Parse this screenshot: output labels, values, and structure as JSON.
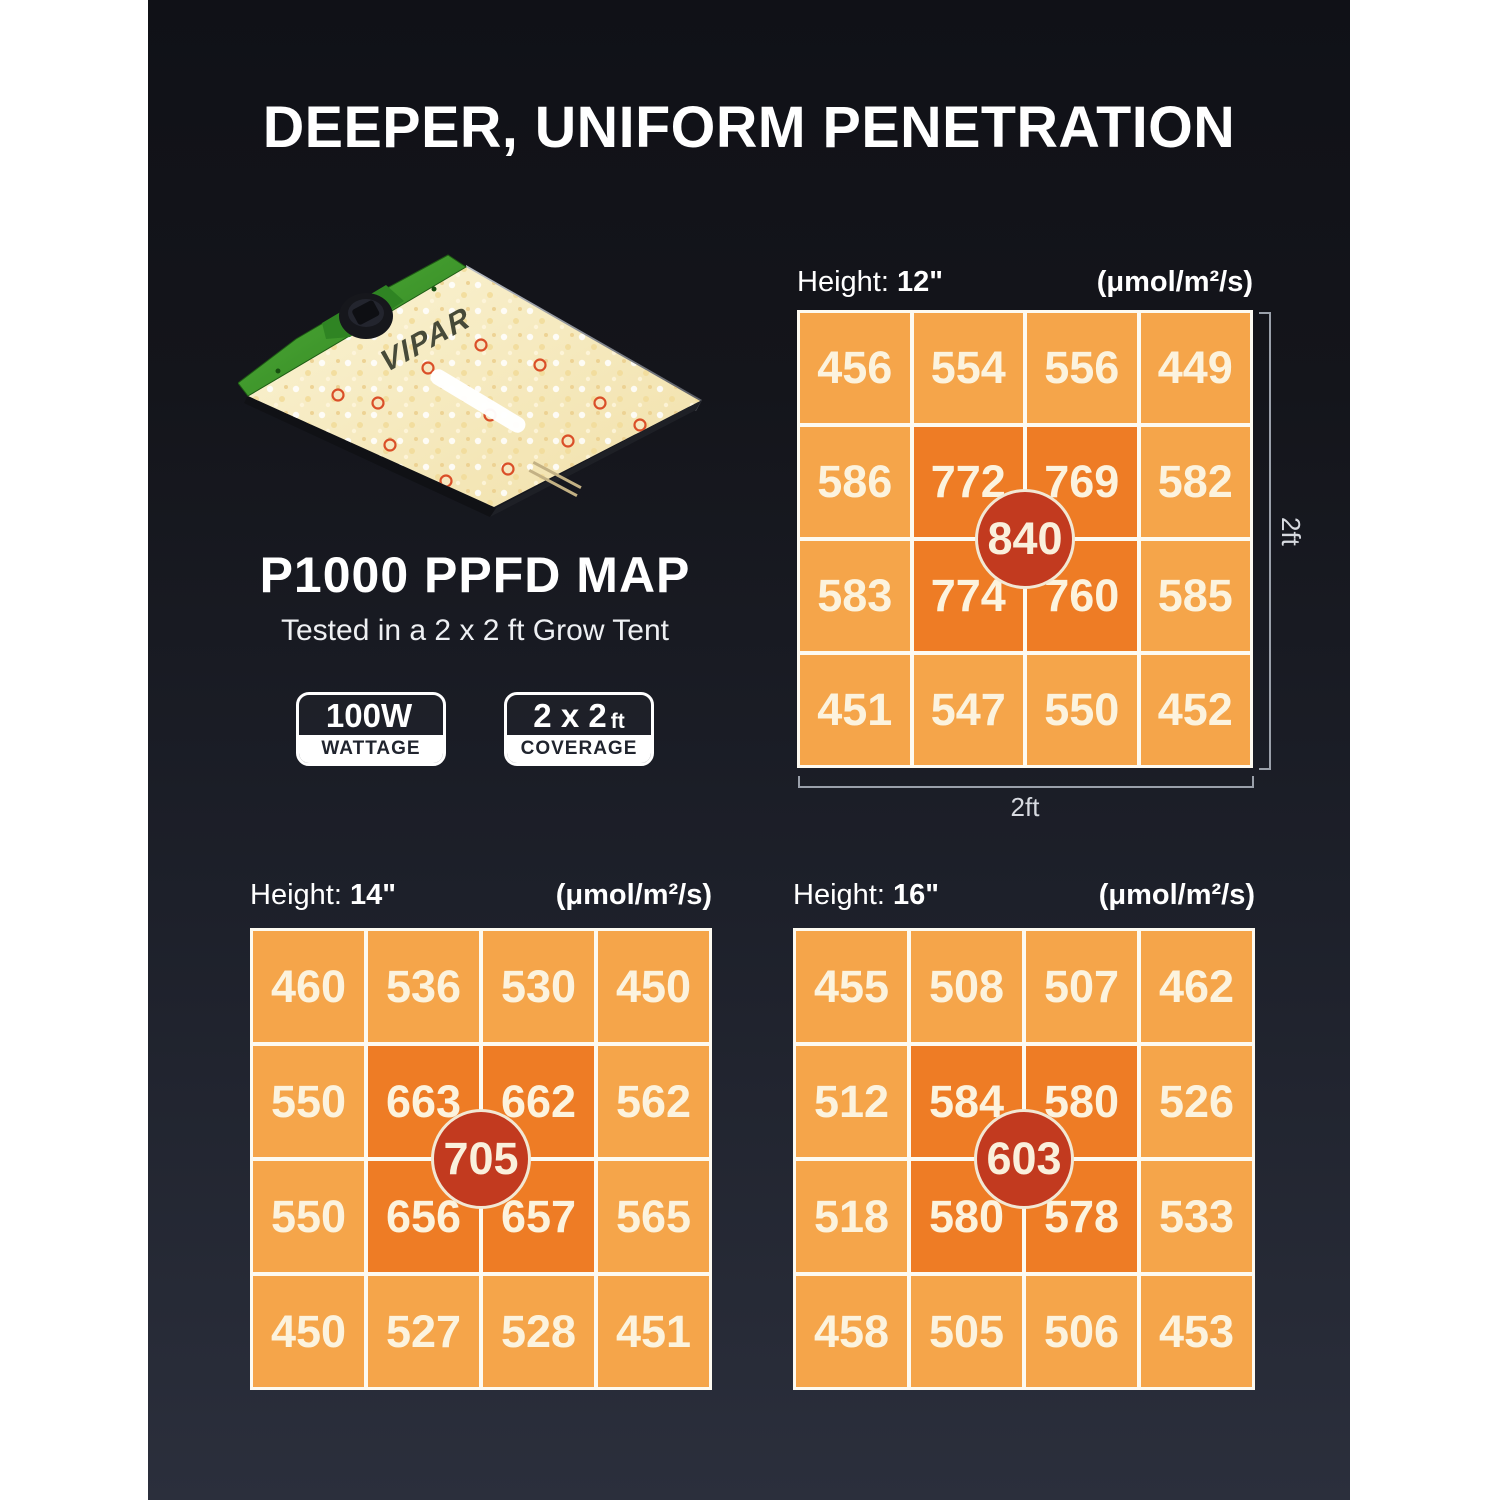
{
  "title": "DEEPER, UNIFORM PENETRATION",
  "product": {
    "title": "P1000 PPFD MAP",
    "subtitle": "Tested in a 2 x 2 ft Grow Tent",
    "brand": "VIPAR",
    "badges": [
      {
        "value": "100W",
        "unit": "",
        "label": "WATTAGE"
      },
      {
        "value": "2 x 2",
        "unit": "ft",
        "label": "COVERAGE"
      }
    ]
  },
  "colors": {
    "background_top": "#101117",
    "background_bottom": "#2b2f3c",
    "cell_outer": "#f5a54a",
    "cell_inner": "#ee7c25",
    "center_circle": "#c23a1f",
    "grid_line": "#fdfaf1",
    "text": "#ffffff"
  },
  "chart_data": [
    {
      "type": "heatmap",
      "title": "Height: 12\" PPFD map",
      "height_label": "Height:",
      "height_value": "12\"",
      "unit": "(μmol/m²/s)",
      "rows": 4,
      "cols": 4,
      "values": [
        [
          456,
          554,
          556,
          449
        ],
        [
          586,
          772,
          769,
          582
        ],
        [
          583,
          774,
          760,
          585
        ],
        [
          451,
          547,
          550,
          452
        ]
      ],
      "center_value": 840,
      "inner_cells_highlighted": true,
      "axes_shown": true,
      "x_axis_label": "2ft",
      "y_axis_label": "2ft"
    },
    {
      "type": "heatmap",
      "title": "Height: 14\" PPFD map",
      "height_label": "Height:",
      "height_value": "14\"",
      "unit": "(μmol/m²/s)",
      "rows": 4,
      "cols": 4,
      "values": [
        [
          460,
          536,
          530,
          450
        ],
        [
          550,
          663,
          662,
          562
        ],
        [
          550,
          656,
          657,
          565
        ],
        [
          450,
          527,
          528,
          451
        ]
      ],
      "center_value": 705,
      "inner_cells_highlighted": true,
      "axes_shown": false,
      "x_axis_label": "",
      "y_axis_label": ""
    },
    {
      "type": "heatmap",
      "title": "Height: 16\" PPFD map",
      "height_label": "Height:",
      "height_value": "16\"",
      "unit": "(μmol/m²/s)",
      "rows": 4,
      "cols": 4,
      "values": [
        [
          455,
          508,
          507,
          462
        ],
        [
          512,
          584,
          580,
          526
        ],
        [
          518,
          580,
          578,
          533
        ],
        [
          458,
          505,
          506,
          453
        ]
      ],
      "center_value": 603,
      "inner_cells_highlighted": true,
      "axes_shown": false,
      "x_axis_label": "",
      "y_axis_label": ""
    }
  ]
}
